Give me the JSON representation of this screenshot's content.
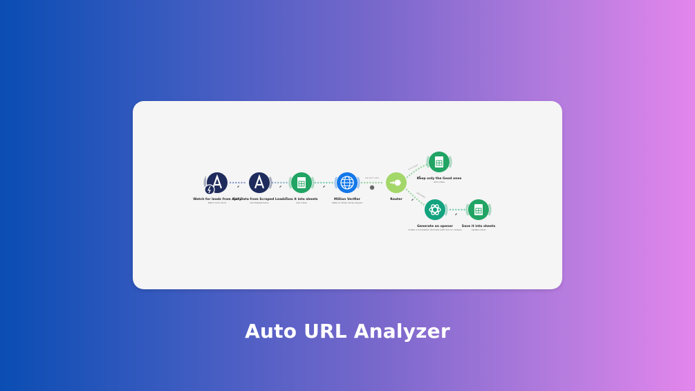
{
  "title": "Auto URL Analyzer",
  "colors": {
    "apify": "#1e2b5c",
    "sheets": "#21a464",
    "verifier": "#1478e8",
    "router": "#a3d76a",
    "openai": "#13a37f"
  },
  "nodes": [
    {
      "label": "Watch for leads from Apify",
      "sub": "Watch Actor Runs",
      "icon": "apify-logo-icon"
    },
    {
      "label": "Get Data from Scraped Leads",
      "sub": "Get Dataset Items",
      "icon": "apify-logo-icon"
    },
    {
      "label": "Toss it into sheets",
      "sub": "Add a Row",
      "icon": "sheets-icon"
    },
    {
      "label": "Million Verifier",
      "sub": "Make an Email Verify request",
      "icon": "globe-icon"
    },
    {
      "label": "Router",
      "sub": "",
      "icon": "router-icon"
    },
    {
      "label": "Keep only the Good ones",
      "sub": "Add a Row",
      "icon": "sheets-icon"
    },
    {
      "label": "Generate an opener",
      "sub": "Create a Completion (Prompt) (GPT and o1 models)",
      "icon": "openai-icon"
    },
    {
      "label": "Save it into sheets",
      "sub": "Update a Row",
      "icon": "sheets-icon"
    }
  ],
  "routes": {
    "verifier_to_router": "Set OK if valid",
    "router_top": "If it's Good",
    "router_bottom": "Otherwise"
  }
}
